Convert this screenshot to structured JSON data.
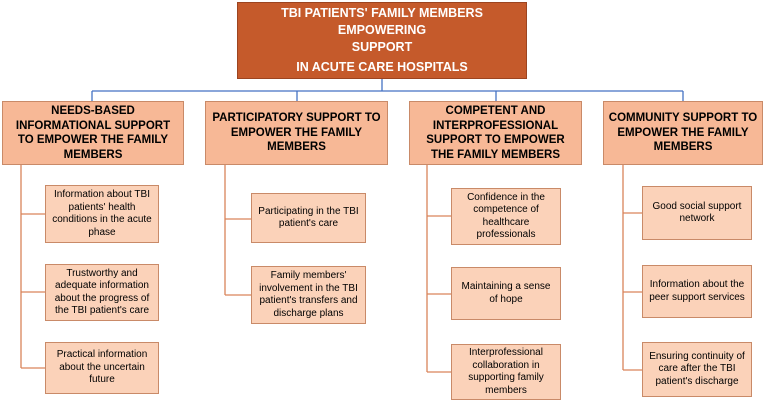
{
  "colors": {
    "root_bg": "#c55a2b",
    "category_bg": "#f7b896",
    "subitem_bg": "#fbd2b9",
    "connector_top": "#4472c4",
    "connector_branch": "#d9845a"
  },
  "root": {
    "line1": "TBI PATIENTS' FAMILY MEMBERS EMPOWERING",
    "line2": "SUPPORT",
    "line3": "IN ACUTE CARE HOSPITALS"
  },
  "categories": [
    {
      "title": "NEEDS-BASED INFORMATIONAL SUPPORT TO EMPOWER THE FAMILY MEMBERS",
      "items": [
        "Information about TBI patients' health conditions in the acute phase",
        "Trustworthy and adequate information about the progress of the TBI patient's care",
        "Practical information about the uncertain future"
      ]
    },
    {
      "title": "PARTICIPATORY SUPPORT TO EMPOWER THE FAMILY MEMBERS",
      "items": [
        "Participating in the TBI patient's care",
        "Family members' involvement in the TBI patient's transfers and discharge plans"
      ]
    },
    {
      "title": "COMPETENT AND INTERPROFESSIONAL SUPPORT TO EMPOWER THE FAMILY MEMBERS",
      "items": [
        "Confidence in the competence of healthcare professionals",
        "Maintaining a sense of hope",
        "Interprofessional collaboration in supporting family members"
      ]
    },
    {
      "title": "COMMUNITY SUPPORT TO EMPOWER THE FAMILY MEMBERS",
      "items": [
        "Good social support network",
        "Information about the peer support services",
        "Ensuring continuity of care after the TBI patient's discharge"
      ]
    }
  ]
}
